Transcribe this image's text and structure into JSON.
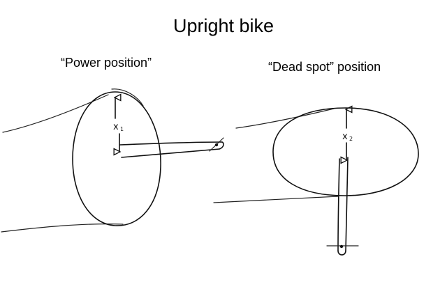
{
  "title": "Upright bike",
  "panels": [
    {
      "label": "“Power position”",
      "dimension": {
        "symbol": "x",
        "subscript": "1"
      }
    },
    {
      "label": "“Dead spot” position",
      "dimension": {
        "symbol": "x",
        "subscript": "2"
      }
    }
  ]
}
